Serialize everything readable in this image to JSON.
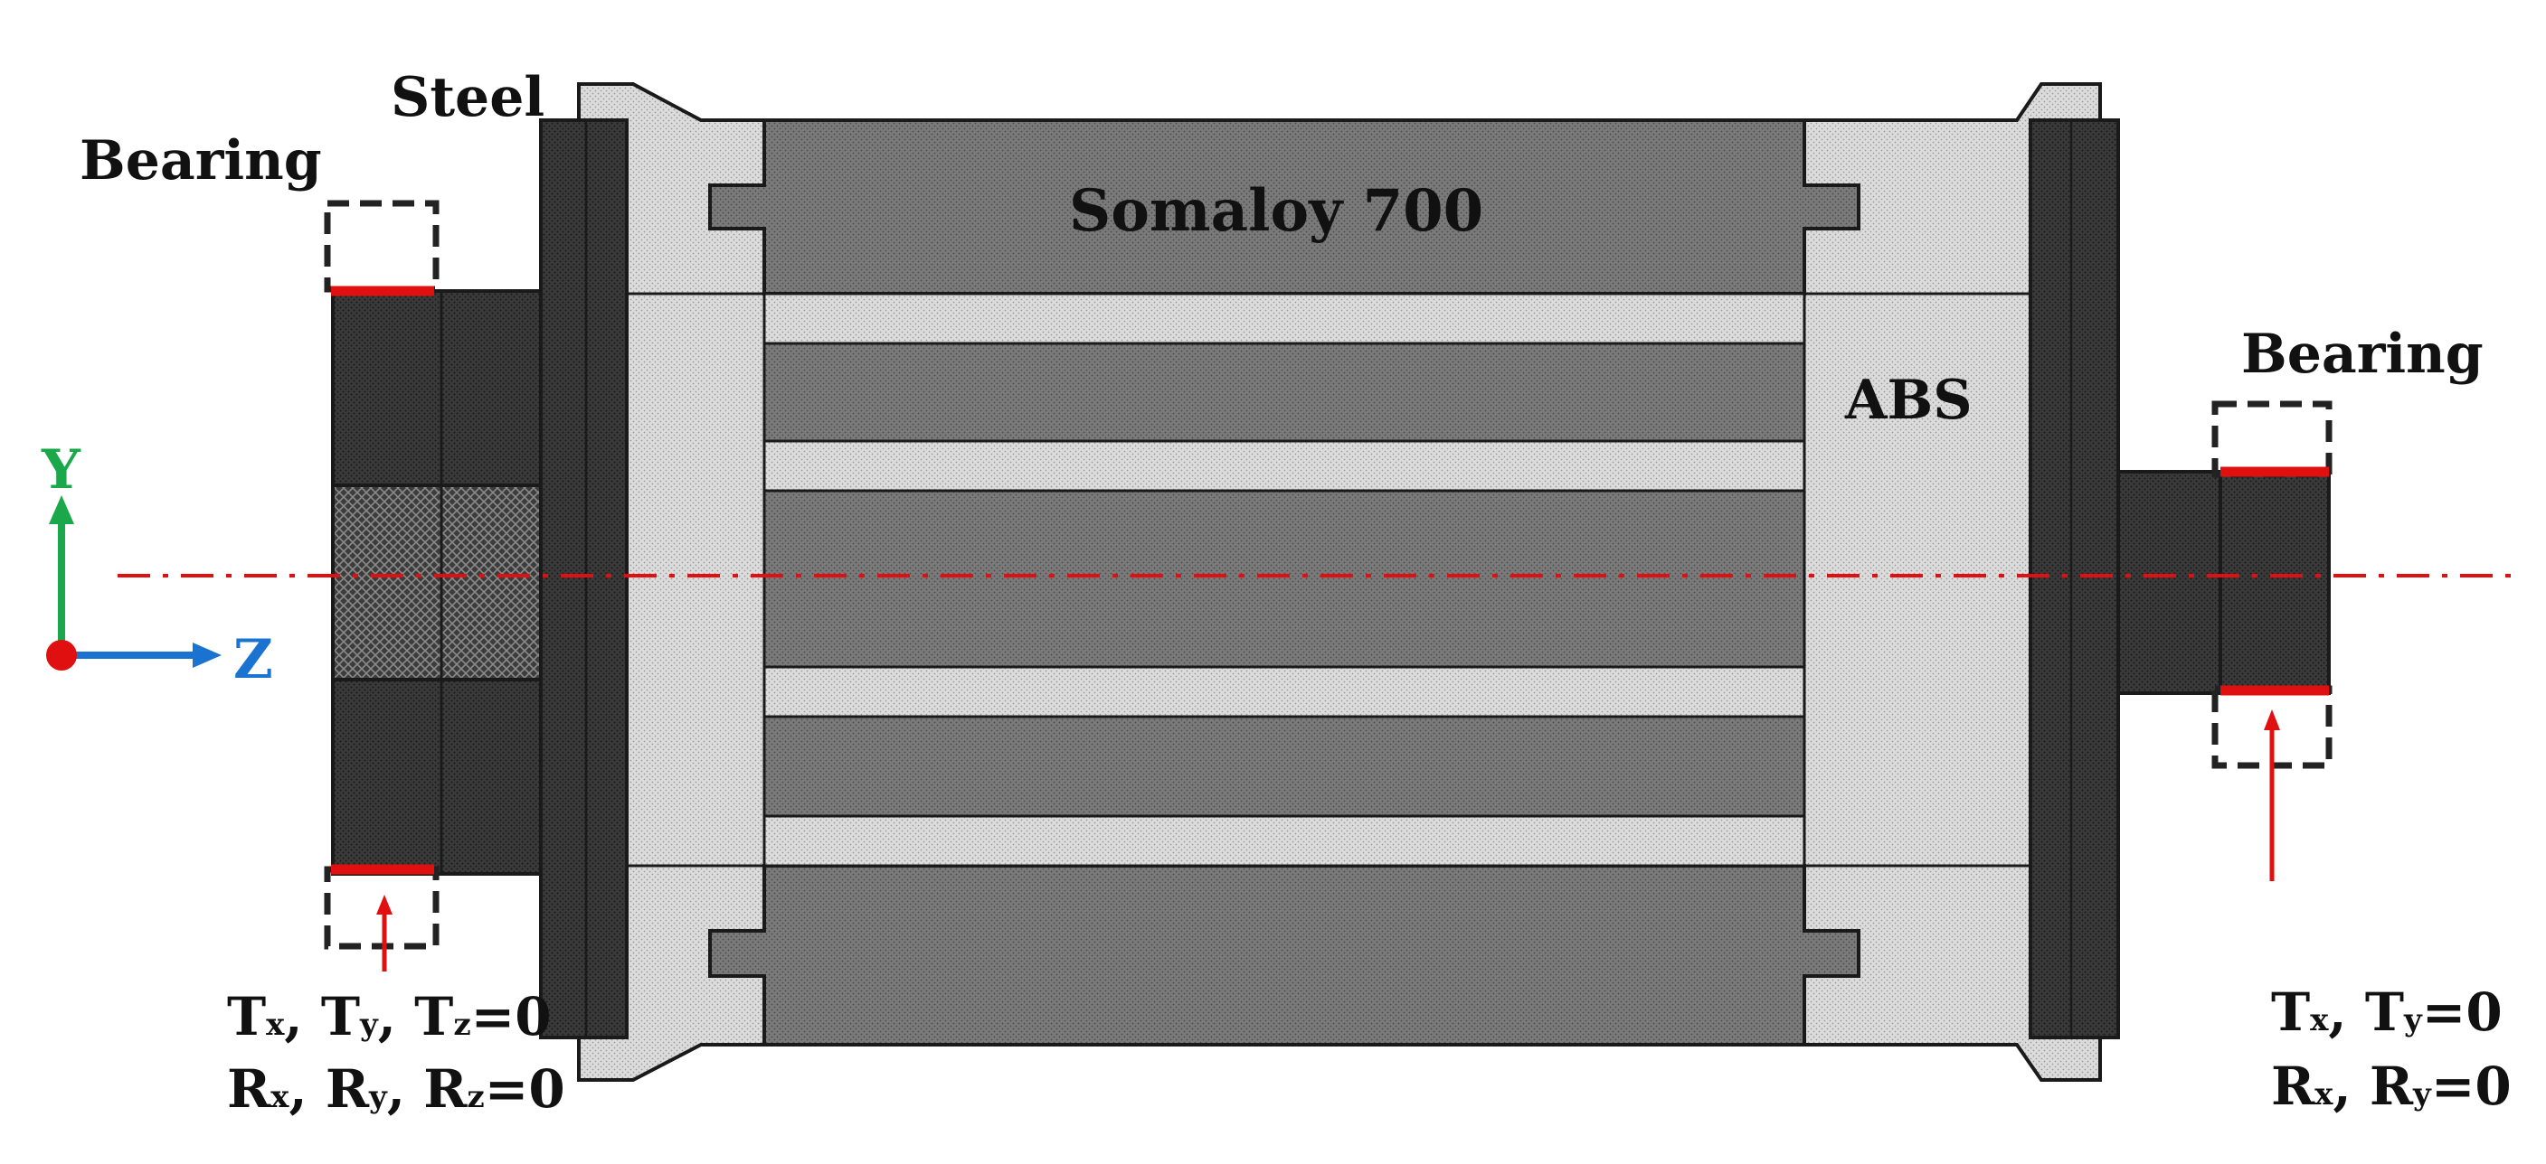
{
  "labels": {
    "steel": "Steel",
    "bearing_left": "Bearing",
    "bearing_right": "Bearing",
    "core": "Somaloy 700",
    "abs": "ABS"
  },
  "axes": {
    "y": "Y",
    "z": "Z"
  },
  "constraints": {
    "left": {
      "line1": {
        "a": "T",
        "as": "x",
        "sep1": ", ",
        "b": "T",
        "bs": "y",
        "sep2": ", ",
        "c": "T",
        "cs": "z",
        "end": "=0"
      },
      "line2": {
        "a": "R",
        "as": "x",
        "sep1": ", ",
        "b": "R",
        "bs": "y",
        "sep2": ", ",
        "c": "R",
        "cs": "z",
        "end": "=0"
      }
    },
    "right": {
      "line1": {
        "a": "T",
        "as": "x",
        "sep1": ", ",
        "b": "T",
        "bs": "y",
        "end": "=0"
      },
      "line2": {
        "a": "R",
        "as": "x",
        "sep1": ", ",
        "b": "R",
        "bs": "y",
        "end": "=0"
      }
    }
  },
  "colors": {
    "steel": "#2e2e2e",
    "somaloy": "#6e6e6e",
    "abs": "#d6d6d6",
    "outline": "#1a1a1a",
    "accent_red": "#e01010",
    "axis_green": "#1aa84a",
    "axis_blue": "#1a73d0"
  }
}
